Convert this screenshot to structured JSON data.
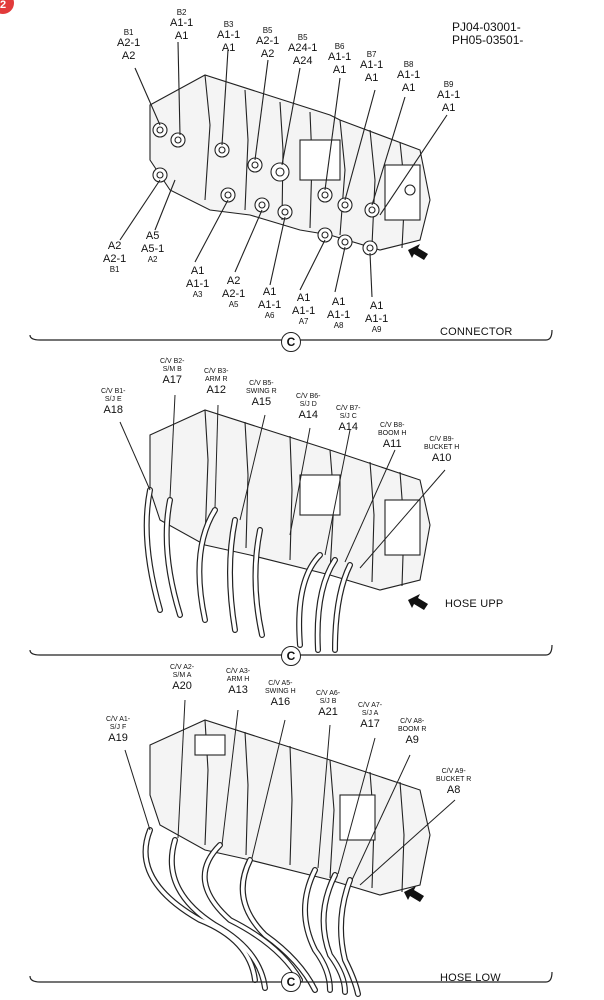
{
  "corner_badge": "2",
  "part_numbers": [
    "PJ04-03001-",
    "PH05-03501-"
  ],
  "panels": [
    {
      "caption": "CONNECTOR",
      "circle": "C",
      "top_labels": [
        {
          "lines": [
            "B1",
            "A2-1",
            "A2"
          ]
        },
        {
          "lines": [
            "B2",
            "A1-1",
            "A1"
          ]
        },
        {
          "lines": [
            "B3",
            "A1-1",
            "A1"
          ]
        },
        {
          "lines": [
            "B5",
            "A2-1",
            "A2"
          ]
        },
        {
          "lines": [
            "B5",
            "A24-1",
            "A24"
          ]
        },
        {
          "lines": [
            "B6",
            "A1-1",
            "A1"
          ]
        },
        {
          "lines": [
            "B7",
            "A1-1",
            "A1"
          ]
        },
        {
          "lines": [
            "B8",
            "A1-1",
            "A1"
          ]
        },
        {
          "lines": [
            "B9",
            "A1-1",
            "A1"
          ]
        }
      ],
      "bottom_labels": [
        {
          "lines": [
            "A2",
            "A2-1",
            "B1"
          ]
        },
        {
          "lines": [
            "A5",
            "A5-1",
            "A2"
          ]
        },
        {
          "lines": [
            "A1",
            "A1-1",
            "A3"
          ]
        },
        {
          "lines": [
            "A2",
            "A2-1",
            "A5"
          ]
        },
        {
          "lines": [
            "A1",
            "A1-1",
            "A6"
          ]
        },
        {
          "lines": [
            "A1",
            "A1-1",
            "A7"
          ]
        },
        {
          "lines": [
            "A1",
            "A1-1",
            "A8"
          ]
        },
        {
          "lines": [
            "A1",
            "A1-1",
            "A9"
          ]
        }
      ]
    },
    {
      "caption": "HOSE UPP",
      "circle": "C",
      "labels": [
        {
          "lines": [
            "C/V B1-",
            "S/J E",
            "A18"
          ]
        },
        {
          "lines": [
            "C/V B2-",
            "S/M B",
            "A17"
          ]
        },
        {
          "lines": [
            "C/V B3-",
            "ARM R",
            "A12"
          ]
        },
        {
          "lines": [
            "C/V B5-",
            "SWING R",
            "A15"
          ]
        },
        {
          "lines": [
            "C/V B6-",
            "S/J D",
            "A14"
          ]
        },
        {
          "lines": [
            "C/V B7-",
            "S/J C",
            "A14"
          ]
        },
        {
          "lines": [
            "C/V B8-",
            "BOOM H",
            "A11"
          ]
        },
        {
          "lines": [
            "C/V B9-",
            "BUCKET H",
            "A10"
          ]
        }
      ]
    },
    {
      "caption": "HOSE LOW",
      "circle": "C",
      "labels": [
        {
          "lines": [
            "C/V A1-",
            "S/J F",
            "A19"
          ]
        },
        {
          "lines": [
            "C/V A2-",
            "S/M A",
            "A20"
          ]
        },
        {
          "lines": [
            "C/V A3-",
            "ARM H",
            "A13"
          ]
        },
        {
          "lines": [
            "C/V A5-",
            "SWING H",
            "A16"
          ]
        },
        {
          "lines": [
            "C/V A6-",
            "S/J B",
            "A21"
          ]
        },
        {
          "lines": [
            "C/V A7-",
            "S/J A",
            "A17"
          ]
        },
        {
          "lines": [
            "C/V A8-",
            "BOOM R",
            "A9"
          ]
        },
        {
          "lines": [
            "C/V A9-",
            "BUCKET R",
            "A8"
          ]
        }
      ]
    }
  ]
}
